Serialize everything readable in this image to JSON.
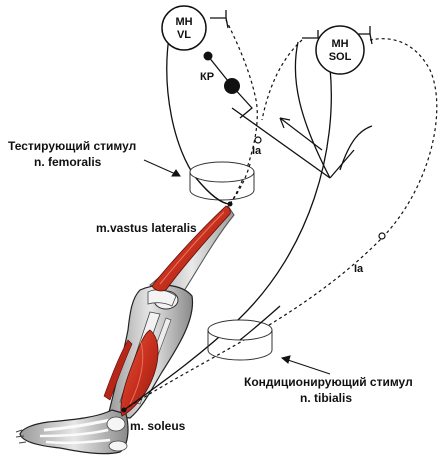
{
  "neurons": {
    "vl": {
      "line1": "МН",
      "line2": "VL"
    },
    "sol": {
      "line1": "МН",
      "line2": "SOL"
    }
  },
  "interneuron_label": "КР",
  "afferent_labels": {
    "upper": "Ia",
    "lower": "Ia"
  },
  "test_stimulus": {
    "line1": "Тестирующий стимул",
    "line2": "n. femoralis"
  },
  "conditioning_stimulus": {
    "line1": "Кондиционирующий стимул",
    "line2": "n. tibialis"
  },
  "muscles": {
    "vastus": "m.vastus lateralis",
    "soleus": "m. soleus"
  },
  "colors": {
    "muscle": "#c8301e",
    "muscle_dark": "#8e1a10",
    "line": "#111111",
    "bone": "#e9e9e9"
  }
}
